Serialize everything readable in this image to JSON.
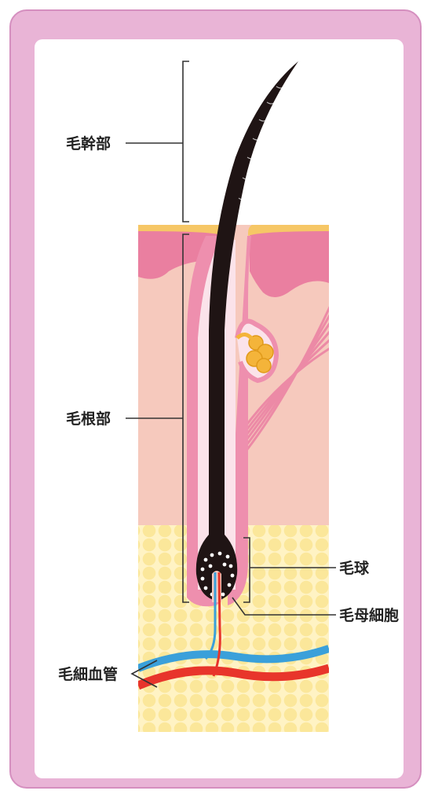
{
  "labels": {
    "shaft": "毛幹部",
    "root": "毛根部",
    "bulb": "毛球",
    "matrix_cells": "毛母細胞",
    "capillary": "毛細血管"
  },
  "colors": {
    "frame": "#e9b4d6",
    "hair": "#1f1414",
    "epidermis": "#ea7fa0",
    "dermis": "#f6c9bd",
    "fat": "#fbe79a",
    "artery": "#e8352b",
    "vein": "#3aa0da",
    "sebaceous_gland": "#f4b43a"
  }
}
